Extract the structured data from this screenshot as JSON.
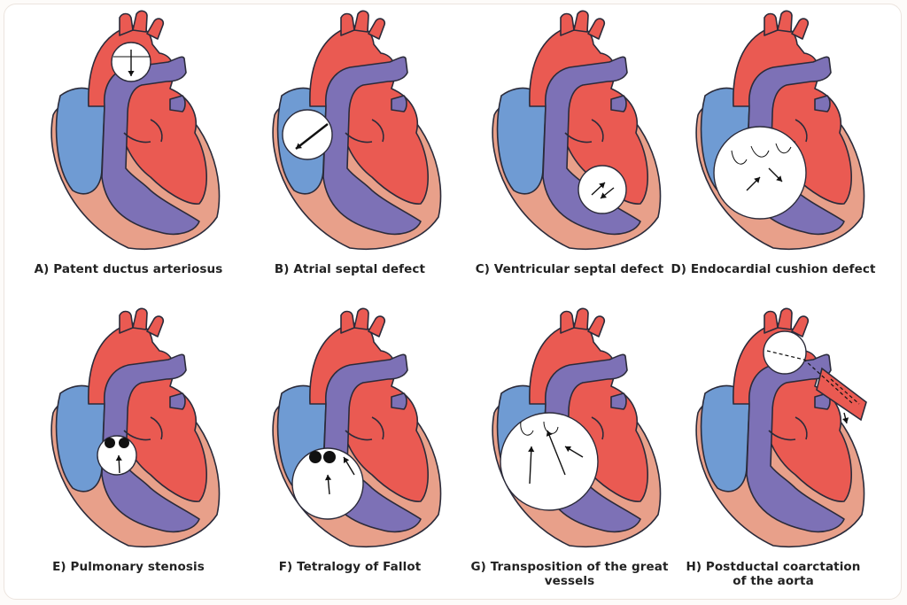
{
  "panels": [
    {
      "label": "A) Patent ductus arteriosus"
    },
    {
      "label": "B) Atrial septal defect"
    },
    {
      "label": "C) Ventricular septal defect"
    },
    {
      "label": "D) Endocardial cushion defect"
    },
    {
      "label": "E) Pulmonary stenosis"
    },
    {
      "label": "F) Tetralogy of Fallot"
    },
    {
      "label": "G) Transposition of the great vessels"
    },
    {
      "label": "H) Postductal coarctation\nof the aorta"
    }
  ],
  "colors": {
    "outer": "#e8a08a",
    "oxygenated": "#ea5a52",
    "deoxygenated_blue": "#6f9bd3",
    "deoxygenated_purple": "#7d71b6",
    "outline": "#2b2b3a"
  }
}
